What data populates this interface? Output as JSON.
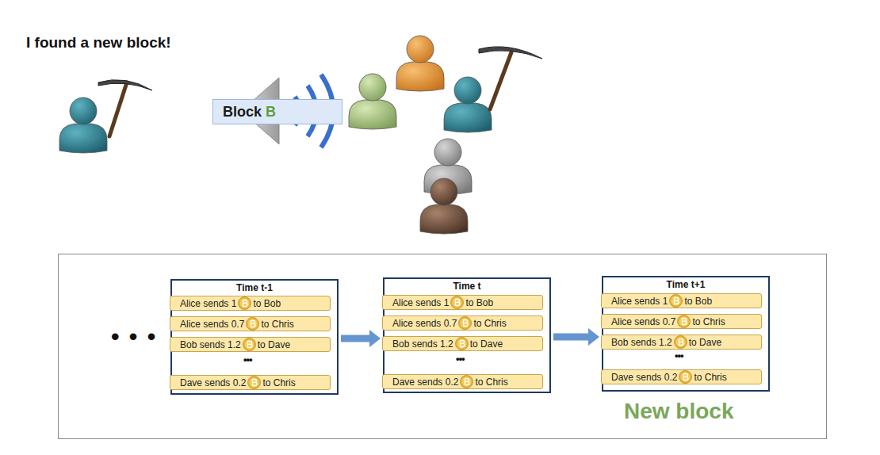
{
  "diagram": {
    "nodes": [
      {
        "text": [
          "Block",
          "B"
        ]
      },
      {
        "text": [
          "Time t-1"
        ]
      },
      {
        "text": [
          "Alice sends 1",
          "to Bob"
        ],
        "in": 1
      },
      {
        "text": [
          "Alice sends 0.7",
          "to Chris"
        ],
        "in": 1
      },
      {
        "text": [
          "Bob sends 1.2",
          "to Dave"
        ],
        "in": 1
      },
      {
        "text": [
          "Dave sends 0.2",
          "to Chris"
        ],
        "in": 1
      },
      {
        "text": [
          "Time t"
        ]
      },
      {
        "text": [
          "Alice sends 1",
          "to Bob"
        ],
        "in": 6
      },
      {
        "text": [
          "Alice sends 0.7",
          "to Chris"
        ],
        "in": 6
      },
      {
        "text": [
          "Bob sends 1.2",
          "to Dave"
        ],
        "in": 6
      },
      {
        "text": [
          "Dave sends 0.2",
          "to Chris"
        ],
        "in": 6
      },
      {
        "text": [
          "Time t+1"
        ]
      },
      {
        "text": [
          "Alice sends 1",
          "to Bob"
        ],
        "in": 11
      },
      {
        "text": [
          "Alice sends 0.7",
          "to Chris"
        ],
        "in": 11
      },
      {
        "text": [
          "Bob sends 1.2",
          "to Dave"
        ],
        "in": 11
      },
      {
        "text": [
          "Dave sends 0.2",
          "to Chris"
        ],
        "in": 11
      }
    ],
    "edges": [
      {
        "from": 1,
        "to": 6,
        "arrow": "to"
      },
      {
        "from": 6,
        "to": 11,
        "arrow": "to"
      }
    ],
    "labels": [
      "I found a new block!",
      "• • •",
      "•••",
      "•••",
      "•••",
      "New block"
    ]
  }
}
